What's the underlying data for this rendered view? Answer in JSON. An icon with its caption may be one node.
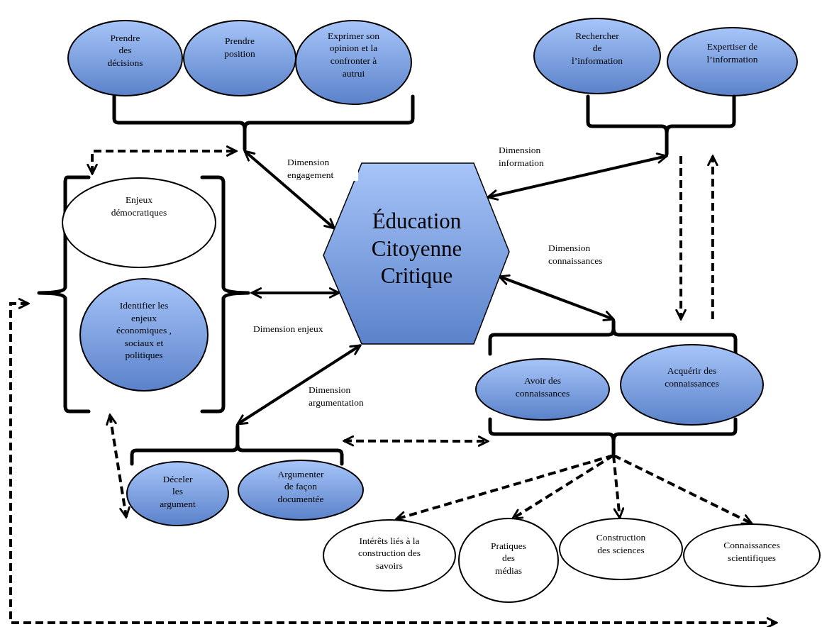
{
  "diagram": {
    "nodes": [
      {
        "text": [
          "Prendre des décisions"
        ]
      },
      {
        "text": [
          "Prendre position"
        ]
      },
      {
        "text": [
          "Exprimer son opinion et la confronter à autrui"
        ]
      },
      {
        "text": [],
        "shape": "brace"
      },
      {
        "text": [
          "Rechercher de l’information"
        ]
      },
      {
        "text": [
          "Expertiser de l’information"
        ]
      },
      {
        "text": [],
        "shape": "brace"
      },
      {
        "text": [
          "Éducation Citoyenne Critique"
        ]
      },
      {
        "text": [],
        "shape": "brace"
      },
      {
        "text": [
          "Enjeux démocratiques"
        ],
        "in": 8
      },
      {
        "text": [
          "Identifier les enjeux économiques , sociaux et politiques"
        ],
        "in": 8
      },
      {
        "text": [],
        "shape": "brace"
      },
      {
        "text": [
          "Avoir des connaissances"
        ]
      },
      {
        "text": [
          "Acquérir des connaissances"
        ]
      },
      {
        "text": [],
        "shape": "brace"
      },
      {
        "text": [],
        "shape": "brace"
      },
      {
        "text": [
          "Déceler les argument"
        ]
      },
      {
        "text": [
          "Argumenter de façon documentée"
        ]
      },
      {
        "text": [
          "Intérêts liés à la construction des savoirs"
        ]
      },
      {
        "text": [
          "Pratiques des médias"
        ]
      },
      {
        "text": [
          "Construction des sciences"
        ]
      },
      {
        "text": [
          "Connaissances scientifiques"
        ]
      }
    ],
    "edges": [
      {
        "from": 3,
        "to": 7,
        "arrow": "both",
        "label": "Dimension engagement"
      },
      {
        "from": 6,
        "to": 7,
        "arrow": "both",
        "label": "Dimension information"
      },
      {
        "from": 8,
        "to": 7,
        "arrow": "both",
        "label": "Dimension enjeux"
      },
      {
        "from": 15,
        "to": 7,
        "arrow": "both",
        "label": "Dimension argumentation"
      },
      {
        "from": 11,
        "to": 7,
        "arrow": "both",
        "label": "Dimension connaissances"
      },
      {
        "from": 8,
        "to": 3,
        "arrow": "both",
        "style": "dashed"
      },
      {
        "from": 6,
        "to": 11,
        "arrow": "to",
        "style": "dashed"
      },
      {
        "from": 11,
        "to": 6,
        "arrow": "to",
        "style": "dashed"
      },
      {
        "from": 8,
        "to": 16,
        "arrow": "both",
        "style": "dashed"
      },
      {
        "from": 15,
        "to": 14,
        "arrow": "both",
        "style": "dashed"
      },
      {
        "from": 14,
        "to": 18,
        "arrow": "to",
        "style": "dashed"
      },
      {
        "from": 14,
        "to": 19,
        "arrow": "to",
        "style": "dashed"
      },
      {
        "from": 14,
        "to": 20,
        "arrow": "to",
        "style": "dashed"
      },
      {
        "from": 14,
        "to": 21,
        "arrow": "to",
        "style": "dashed"
      },
      {
        "from": 8,
        "to": null,
        "arrow": "both",
        "style": "dashed"
      }
    ]
  }
}
